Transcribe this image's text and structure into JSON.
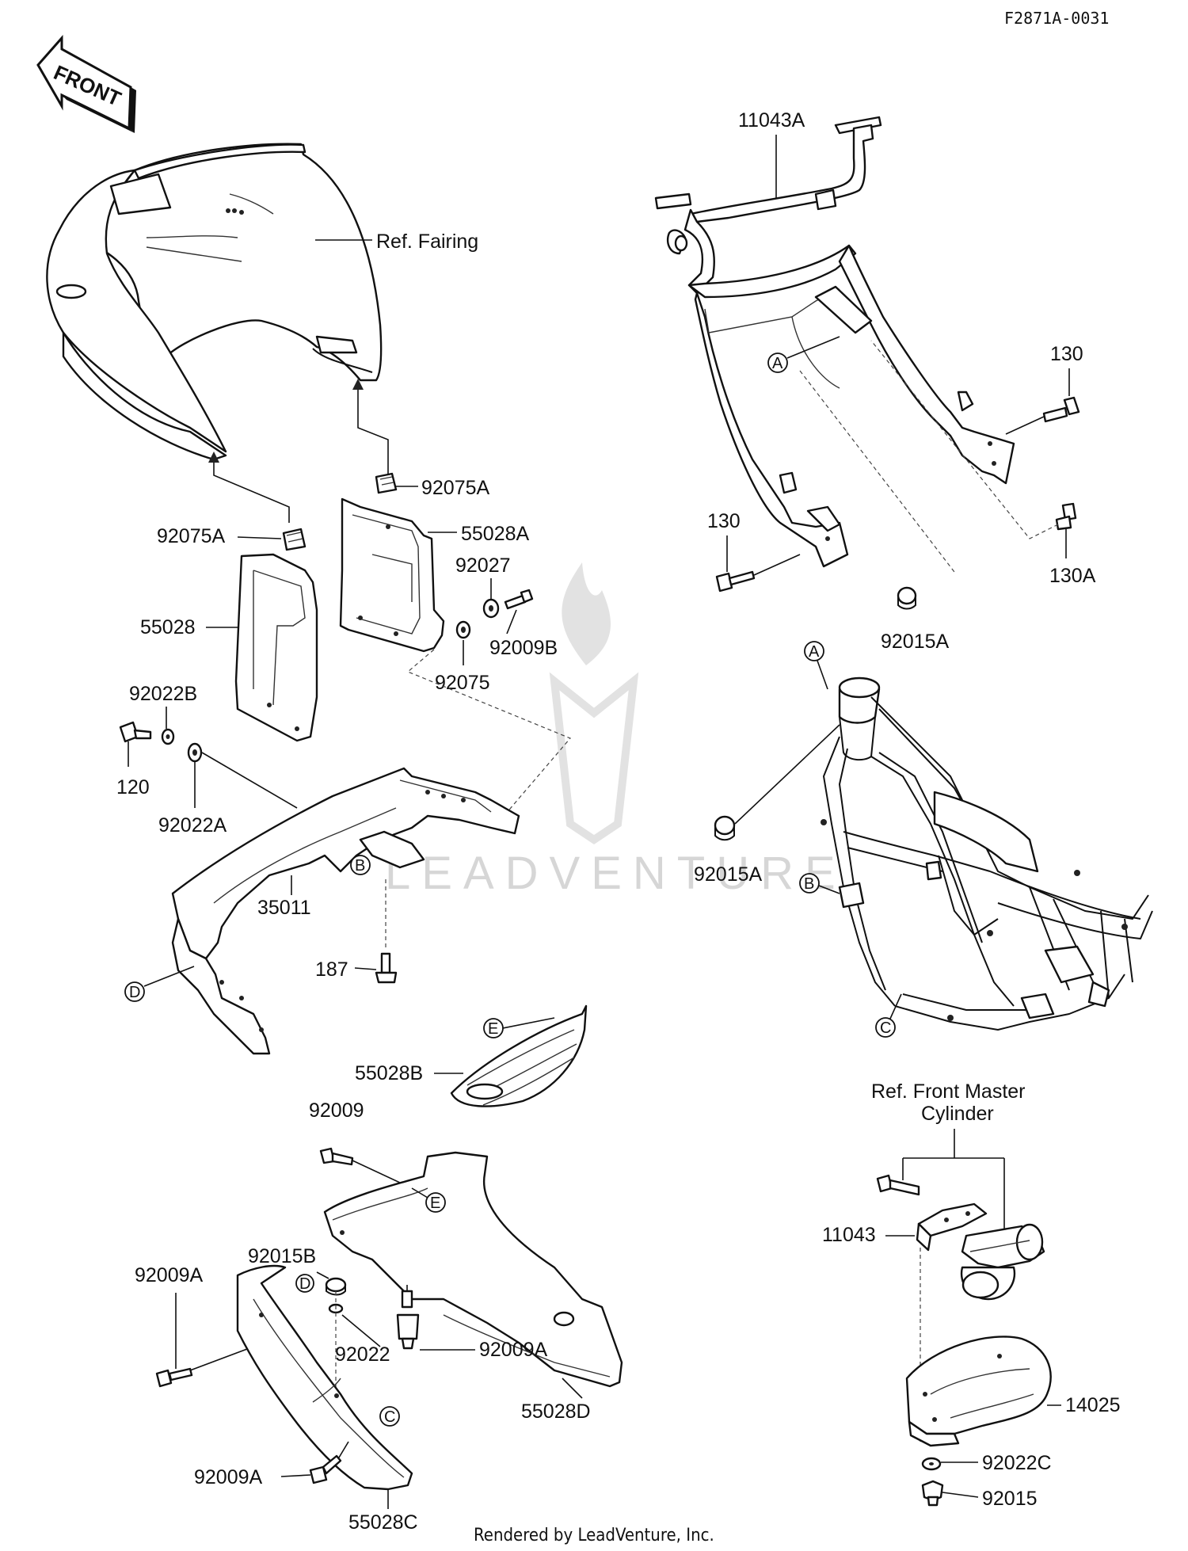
{
  "diagram_id": "F2871A-0031",
  "front_label": "FRONT",
  "watermark": "LEADVENTURE",
  "footer": "Rendered by LeadVenture, Inc.",
  "labels": {
    "ref_fairing": "Ref. Fairing",
    "p11043A": "11043A",
    "p130_right": "130",
    "p130_left": "130",
    "p130A": "130A",
    "p92075A_upper": "92075A",
    "p55028A": "55028A",
    "p92027": "92027",
    "p92009B": "92009B",
    "p92075": "92075",
    "p92075A_left": "92075A",
    "p55028": "55028",
    "p92022B": "92022B",
    "p120": "120",
    "p92022A": "92022A",
    "p35011": "35011",
    "p187": "187",
    "p92015A_upper": "92015A",
    "p92015A_frame": "92015A",
    "p55028B": "55028B",
    "p92009": "92009",
    "p92015B": "92015B",
    "p92009A_left": "92009A",
    "p92022": "92022",
    "p92009A_mid": "92009A",
    "p55028D": "55028D",
    "p92009A_bottom": "92009A",
    "p55028C": "55028C",
    "ref_front_master_line1": "Ref. Front Master",
    "ref_front_master_line2": "Cylinder",
    "p11043": "11043",
    "p14025": "14025",
    "p92022C": "92022C",
    "p92015": "92015"
  },
  "markers": {
    "a_bracket": "A",
    "a_frame": "A",
    "b_cover": "B",
    "b_frame": "B",
    "c_frame": "C",
    "c_lower": "C",
    "d_cover": "D",
    "d_lower": "D",
    "e_cover": "E",
    "e_lower": "E"
  }
}
